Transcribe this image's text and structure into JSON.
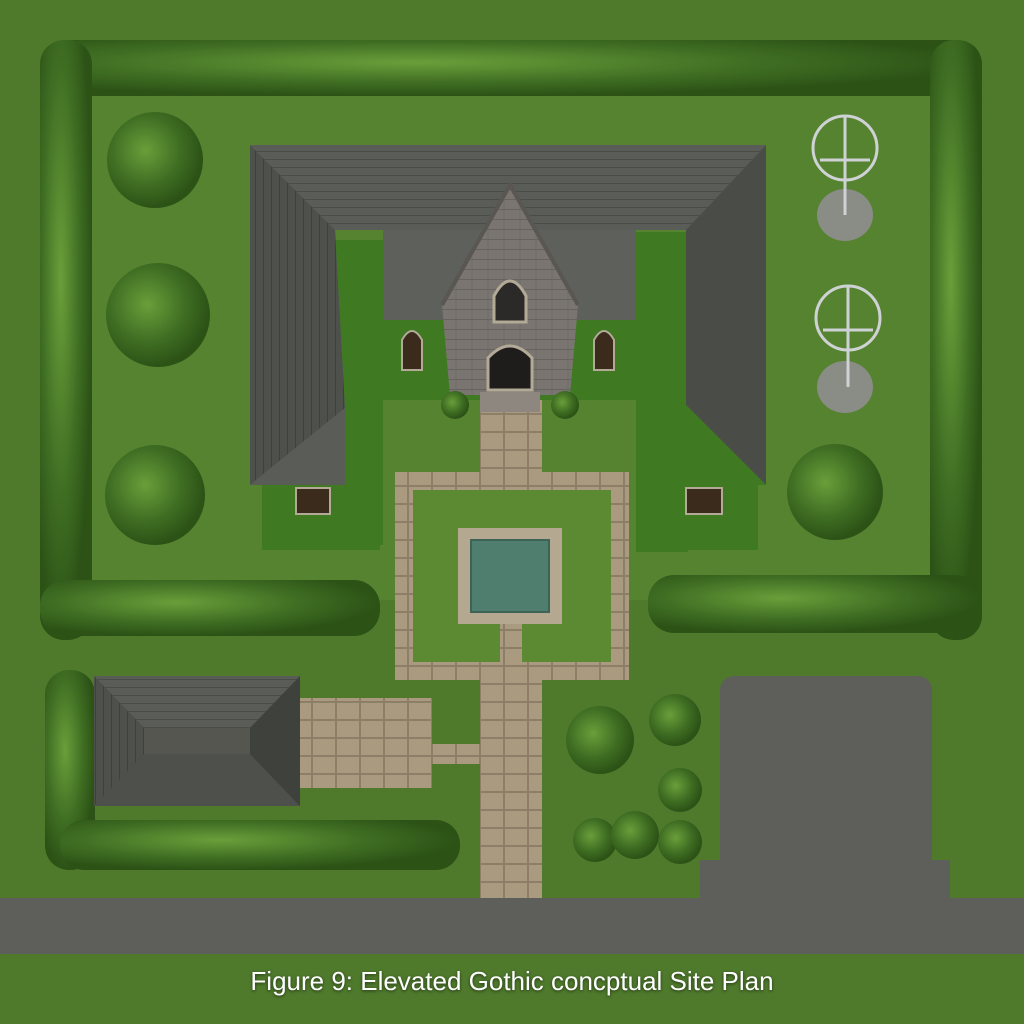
{
  "figure": {
    "caption": "Figure 9: Elevated Gothic concptual Site Plan"
  },
  "colors": {
    "lawn": "#4f7a2c",
    "lawn_inner": "#5b8a33",
    "hedge": "#3e6b22",
    "hedge_dark": "#2f5518",
    "roof": "#5a5c58",
    "roof_dark": "#44463f",
    "facade": "#7a7570",
    "path": "#a99a80",
    "pool_water": "#4f7d6e",
    "asphalt": "#5e5e5a",
    "ivy": "#3f7a23"
  },
  "features": [
    {
      "name": "main-building",
      "type": "gothic-chapel-u-plan"
    },
    {
      "name": "outbuilding",
      "type": "hip-roof-shed"
    },
    {
      "name": "reflecting-pool",
      "type": "square-pool"
    },
    {
      "name": "wind-turbines",
      "type": "vertical-axis",
      "count": 2
    },
    {
      "name": "parking-area",
      "type": "asphalt"
    },
    {
      "name": "road",
      "type": "asphalt"
    }
  ]
}
